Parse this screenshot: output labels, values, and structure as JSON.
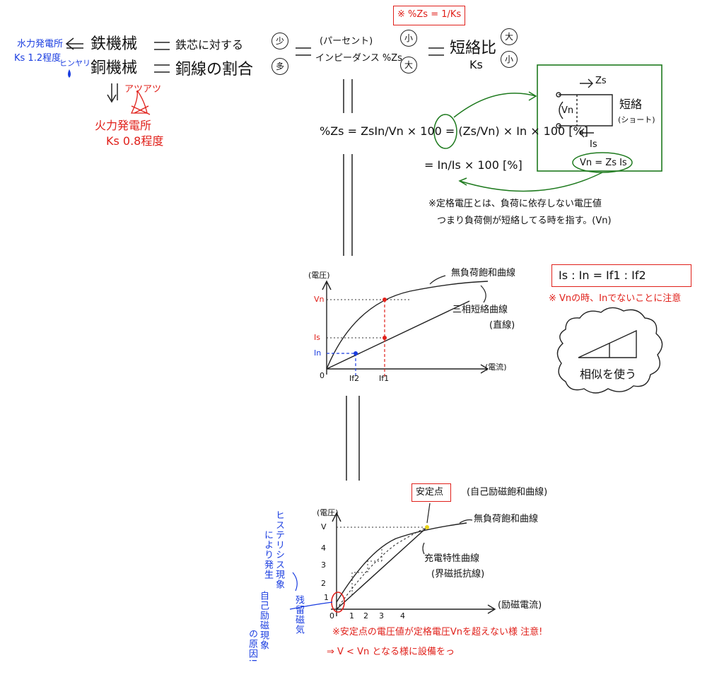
{
  "top": {
    "mizu_label": "水力発電所",
    "mizu_ks": "Ks 1.2程度",
    "hinyari": "ヒンヤリ",
    "tetsukikai": "鉄機械",
    "dokikai": "銅機械",
    "tesshin": "鉄芯に対する",
    "dosen": "銅線の割合",
    "sho": "少",
    "ta": "多",
    "percent_a": "(パーセント)",
    "percent_b": "インピーダンス %Zs",
    "small": "小",
    "large": "大",
    "tanraku": "短絡比",
    "ks": "Ks",
    "note_formula": "※ %Zs = 1/Ks",
    "atsu": "アツアツ",
    "karyoku": "火力発電所",
    "karyoku_ks": "Ks  0.8程度"
  },
  "formula": {
    "line1": "%Zs = ZsIn/Vn × 100 = (Zs/Vn) × In × 100  [%]",
    "line2": "= In/Is × 100  [%]"
  },
  "circuit": {
    "zs": "Zs",
    "vn": "Vn",
    "is": "Is",
    "tanraku": "短絡",
    "short": "(ショート)",
    "eq": "Vn = Zs Is"
  },
  "note_rated": {
    "line1": "※定格電圧とは、負荷に依存しない電圧値",
    "line2": "つまり負荷側が短絡してる時を指す。(Vn)"
  },
  "chart1": {
    "ylabel": "(電圧)",
    "xlabel": "(電流)",
    "origin": "0",
    "vn": "Vn",
    "is": "Is",
    "in": "In",
    "if2": "If2",
    "if1": "If1",
    "curve_label": "無負荷飽和曲線",
    "line_label": "三相短絡曲線",
    "line_label2": "(直線)"
  },
  "ratio": {
    "eq": "Is : In = If1 : If2",
    "note": "※ Vnの時、Inでないことに注意"
  },
  "cloud": {
    "text": "相似を使う"
  },
  "chart2": {
    "ylabel": "(電圧)",
    "v": "V",
    "xlabel": "(励磁電流)",
    "origin": "0",
    "stable": "安定点",
    "jiko": "(自己励磁飽和曲線)",
    "munuka": "無負荷飽和曲線",
    "charge": "充電特性曲線",
    "charge2": "(界磁抵抗線)",
    "yticks": [
      "1",
      "2",
      "3",
      "4"
    ],
    "xticks": [
      "1",
      "2",
      "3",
      "4"
    ],
    "hys": "ヒステリシス現象",
    "hys2": "により発生",
    "zanryu": "残留磁気",
    "jiko_gen": "自己励磁現象",
    "no_gen": "の原因!",
    "note1": "※安定点の電圧値が定格電圧Vnを超えない様 注意!",
    "note2": "⇒ V < Vn となる様に設備をっ"
  }
}
